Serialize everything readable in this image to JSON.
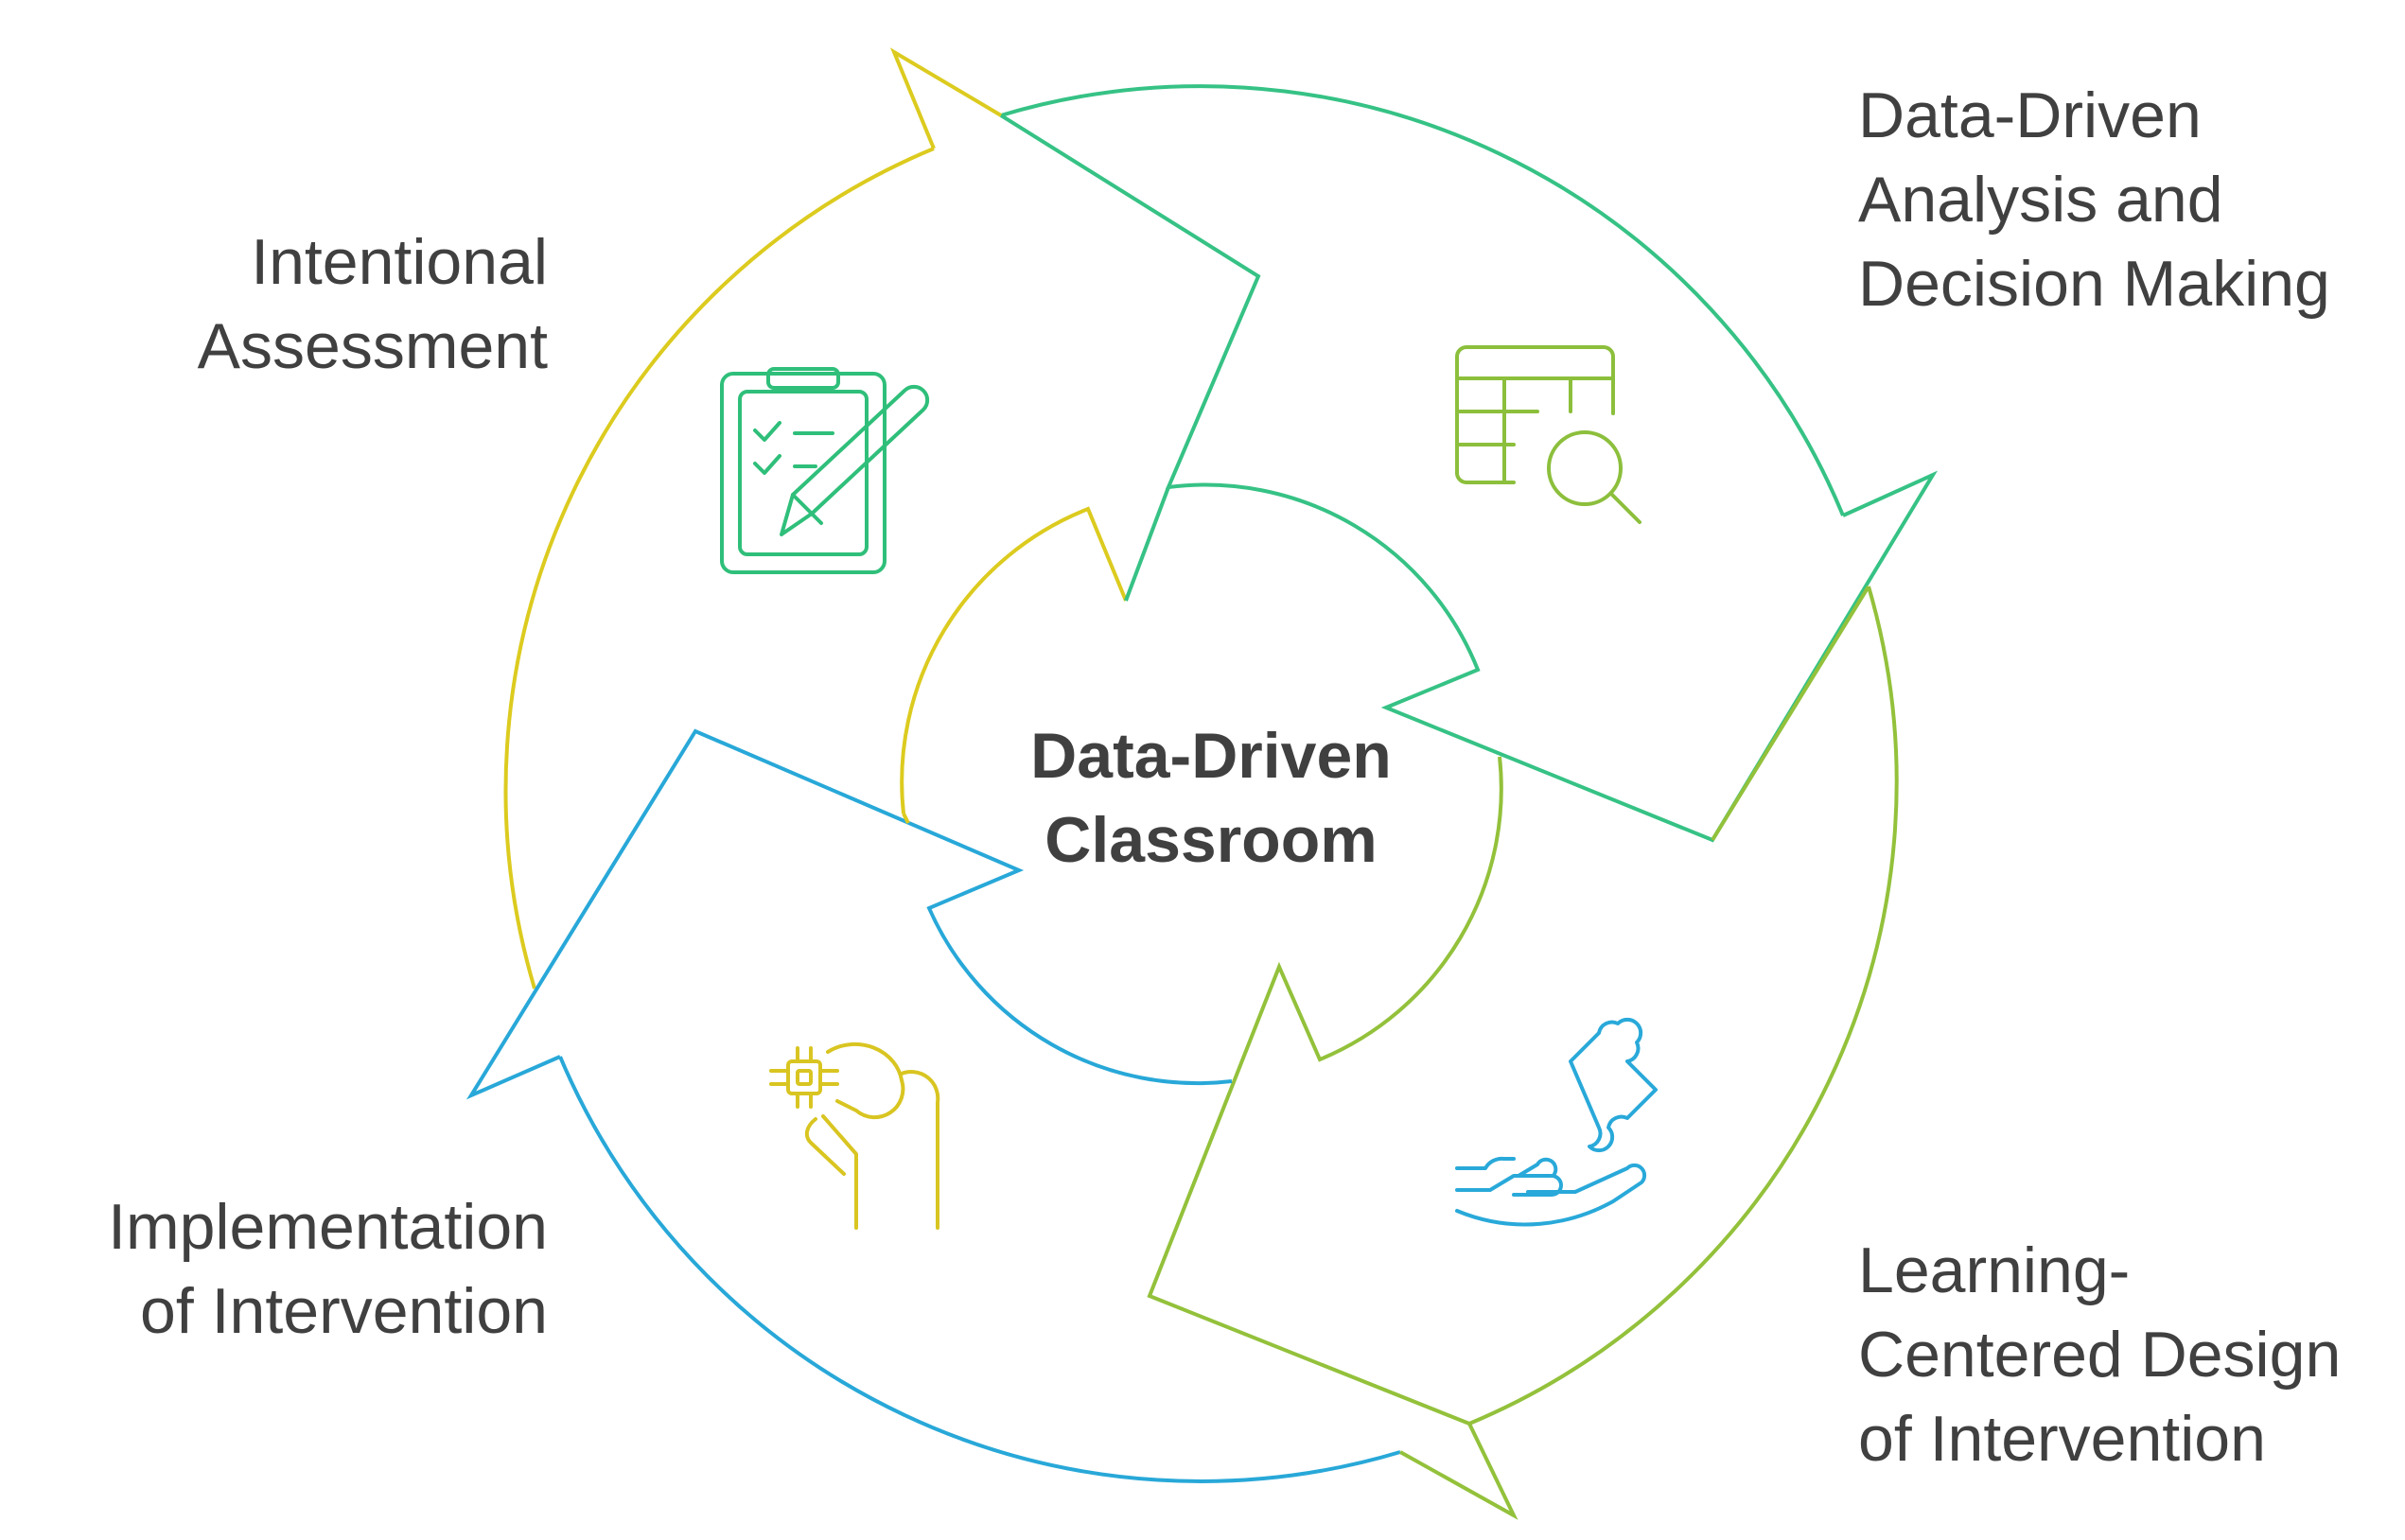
{
  "center": {
    "line1": "Data-Driven",
    "line2": "Classroom"
  },
  "stages": [
    {
      "lines": [
        "Intentional",
        "Assessment"
      ],
      "icon": "clipboard-checklist-icon",
      "color": "#2fbf7a"
    },
    {
      "lines": [
        "Data-Driven",
        "Analysis and",
        "Decision Making"
      ],
      "icon": "spreadsheet-search-icon",
      "color": "#8cbf3c"
    },
    {
      "lines": [
        "Learning-",
        "Centered Design",
        "of Intervention"
      ],
      "icon": "hand-puzzle-icon",
      "color": "#29a9d9"
    },
    {
      "lines": [
        "Implementation",
        "of Intervention"
      ],
      "icon": "hand-joystick-icon",
      "color": "#d9c521"
    }
  ],
  "colors": {
    "yellow": "#dccb1f",
    "green": "#36c285",
    "lime": "#93c13b",
    "blue": "#28a8d8",
    "text": "#404040"
  }
}
